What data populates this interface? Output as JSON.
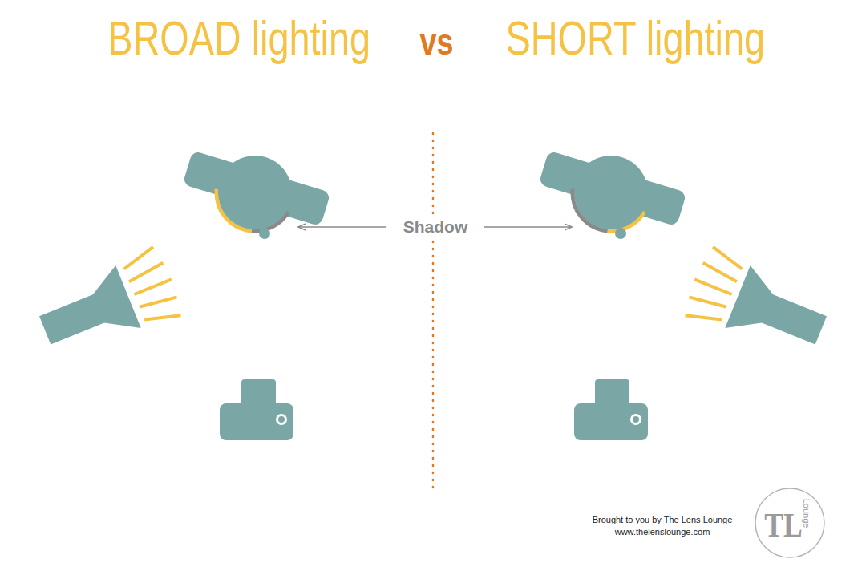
{
  "diagram": {
    "labels": [
      "BROAD lighting",
      "vs",
      "SHORT lighting",
      "Shadow",
      "Brought to you by The Lens Lounge",
      "www.thelenslounge.com",
      "TL",
      "Lounge"
    ]
  }
}
